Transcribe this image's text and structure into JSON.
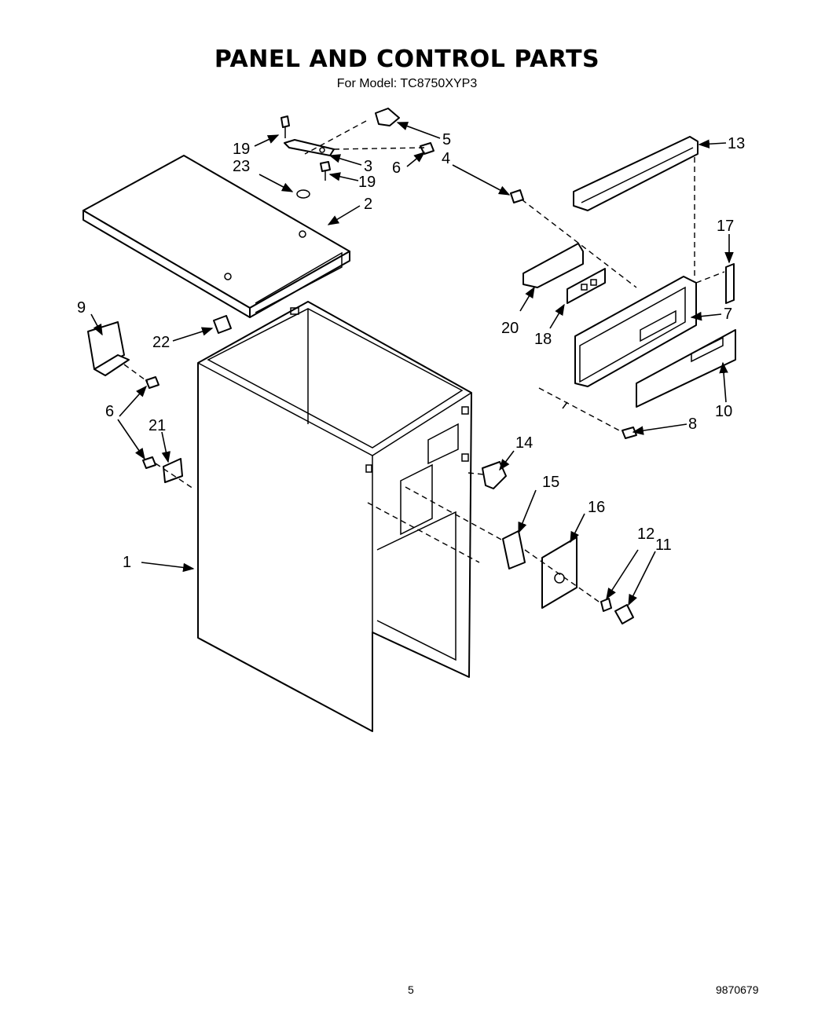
{
  "header": {
    "title": "PANEL AND CONTROL PARTS",
    "subtitle": "For Model: TC8750XYP3"
  },
  "footer": {
    "page_number": "5",
    "document_number": "9870679"
  },
  "callouts": [
    "1",
    "2",
    "3",
    "4",
    "5",
    "6",
    "6",
    "7",
    "8",
    "9",
    "10",
    "11",
    "12",
    "13",
    "14",
    "15",
    "16",
    "17",
    "18",
    "19",
    "19",
    "20",
    "21",
    "22",
    "23"
  ]
}
